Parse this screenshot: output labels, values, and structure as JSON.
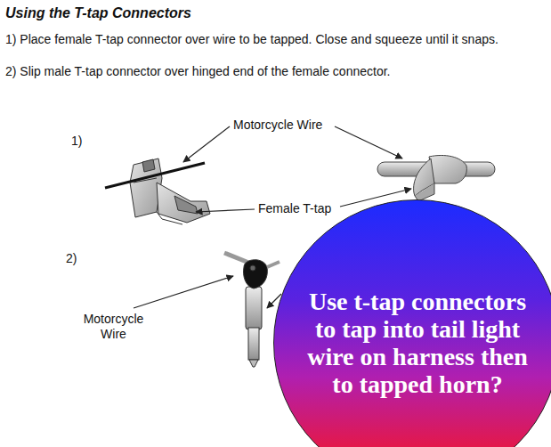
{
  "diagram": {
    "title": "Using the T-tap Connectors",
    "nodes": [
      {
        "text": [
          "Use t-tap connectors to tap into tail light wire on harness then to tapped horn?"
        ]
      }
    ],
    "labels": [
      "1) Place female T-tap connector over wire to be tapped. Close and squeeze until it snaps.",
      "2) Slip male T-tap connector over hinged end of the female connector.",
      "Motorcycle Wire",
      "1)",
      "Female T-tap",
      "2)",
      "Motorcycle Wire"
    ]
  }
}
